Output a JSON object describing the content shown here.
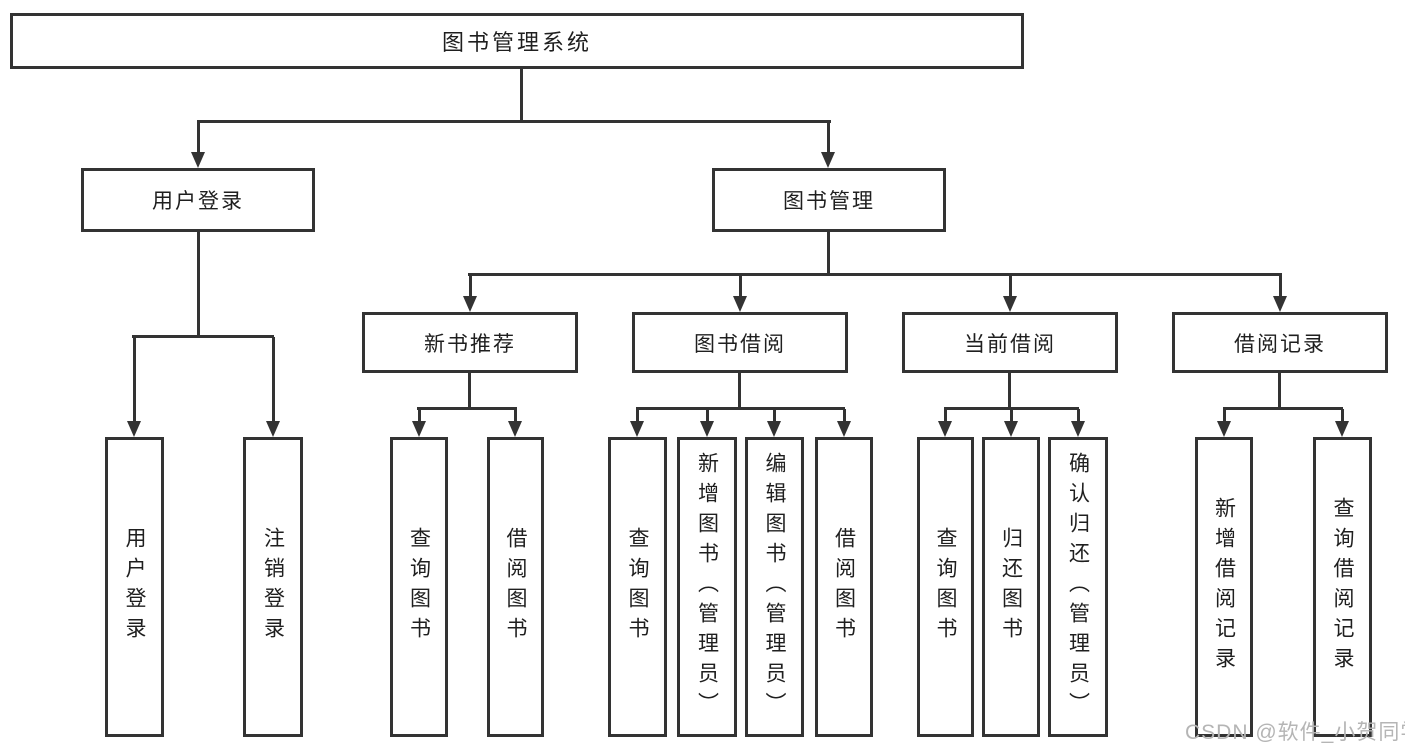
{
  "tree": {
    "root": {
      "label": "图书管理系统"
    },
    "children": [
      {
        "label": "用户登录",
        "children": [
          {
            "label": "用户登录"
          },
          {
            "label": "注销登录"
          }
        ]
      },
      {
        "label": "图书管理",
        "children": [
          {
            "label": "新书推荐",
            "children": [
              {
                "label": "查询图书"
              },
              {
                "label": "借阅图书"
              }
            ]
          },
          {
            "label": "图书借阅",
            "children": [
              {
                "label": "查询图书"
              },
              {
                "label": "新增图书（管理员）"
              },
              {
                "label": "编辑图书（管理员）"
              },
              {
                "label": "借阅图书"
              }
            ]
          },
          {
            "label": "当前借阅",
            "children": [
              {
                "label": "查询图书"
              },
              {
                "label": "归还图书"
              },
              {
                "label": "确认归还（管理员）"
              }
            ]
          },
          {
            "label": "借阅记录",
            "children": [
              {
                "label": "新增借阅记录"
              },
              {
                "label": "查询借阅记录"
              }
            ]
          }
        ]
      }
    ]
  },
  "watermark": "CSDN @软件_小贺同学",
  "colors": {
    "line": "#333333",
    "text": "#1f1f1f",
    "background": "#ffffff",
    "watermark": "#b5b5b5"
  }
}
